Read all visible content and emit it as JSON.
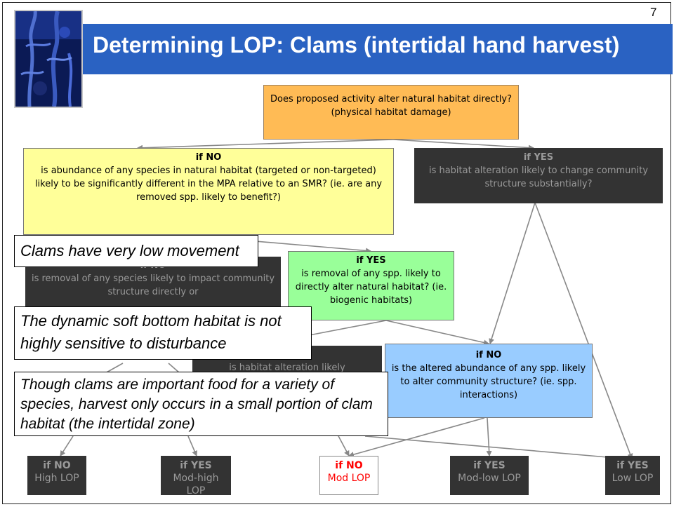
{
  "slide": {
    "number": "7",
    "title": "Determining LOP: Clams (intertidal hand harvest)"
  },
  "nodes": {
    "root": {
      "text": "Does proposed activity alter natural habitat directly? (physical habitat damage)"
    },
    "no1": {
      "head": "if NO",
      "text": "is abundance of any species in natural habitat (targeted or non-targeted) likely to  be significantly different in the MPA relative to an SMR? (ie. are any removed spp. likely to benefit?)"
    },
    "yes1": {
      "head": "if YES",
      "text": "is habitat alteration likely to change community structure substantially?"
    },
    "no2": {
      "head": "if NO",
      "text": "is removal of any species likely to impact community structure directly or"
    },
    "yes2": {
      "head": "if YES",
      "text": "is removal of any spp. likely to directly alter natural habitat? (ie. biogenic habitats)"
    },
    "yes3": {
      "head": "if YES",
      "text": "is habitat alteration likely"
    },
    "no3": {
      "head": "if NO",
      "text": "is the altered abundance of any spp. likely to alter community structure? (ie. spp. interactions)"
    }
  },
  "leaves": [
    {
      "head": "if NO",
      "label": "High LOP"
    },
    {
      "head": "if YES",
      "label": "Mod-high LOP"
    },
    {
      "head": "if NO",
      "label": "Mod LOP"
    },
    {
      "head": "if YES",
      "label": "Mod-low LOP"
    },
    {
      "head": "if YES",
      "label": "Low LOP"
    }
  ],
  "callouts": {
    "movement": "Clams have very low movement",
    "habitat": "The dynamic soft bottom habitat is not highly sensitive to disturbance",
    "food": "Though clams are important food for a variety of species, harvest only occurs in a small portion of clam habitat (the intertidal zone)"
  },
  "colors": {
    "title_band": "#2a62c2",
    "yellow": "#ffff99",
    "orange": "#ffbb55",
    "green": "#99ff99",
    "blue": "#99ccff",
    "dark": "#333333",
    "highlight_text": "#ff0000"
  }
}
